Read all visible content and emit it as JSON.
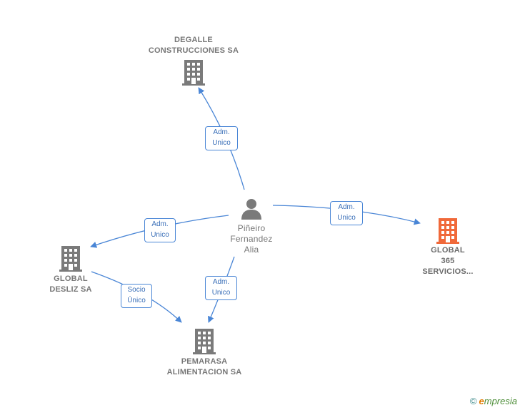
{
  "colors": {
    "edge": "#4a86d6",
    "company_icon": "#7a7a7a",
    "highlight_icon": "#f0693a",
    "person_icon": "#7a7a7a"
  },
  "nodes": {
    "degalle": {
      "name": "DEGALLE\nCONSTRUCCIONES SA",
      "icon": "building-icon"
    },
    "global365": {
      "name": "GLOBAL\n365\nSERVICIOS...",
      "icon": "building-icon"
    },
    "person": {
      "name": "Piñeiro\nFernandez\nAlia",
      "icon": "person-icon"
    },
    "globaldesliz": {
      "name": "GLOBAL\nDESLIZ SA",
      "icon": "building-icon"
    },
    "pemarasa": {
      "name": "PEMARASA\nALIMENTACION SA",
      "icon": "building-icon"
    }
  },
  "edges": [
    {
      "id": "to-degalle",
      "label": "Adm.\nUnico"
    },
    {
      "id": "to-global365",
      "label": "Adm.\nUnico"
    },
    {
      "id": "to-globaldesliz",
      "label": "Adm.\nUnico"
    },
    {
      "id": "to-pemarasa",
      "label": "Adm.\nUnico"
    },
    {
      "id": "desliz-to-pemarasa",
      "label": "Socio\nÚnico"
    }
  ],
  "footer": {
    "copyright": "©",
    "brand_first": "e",
    "brand_rest": "mpresia"
  }
}
